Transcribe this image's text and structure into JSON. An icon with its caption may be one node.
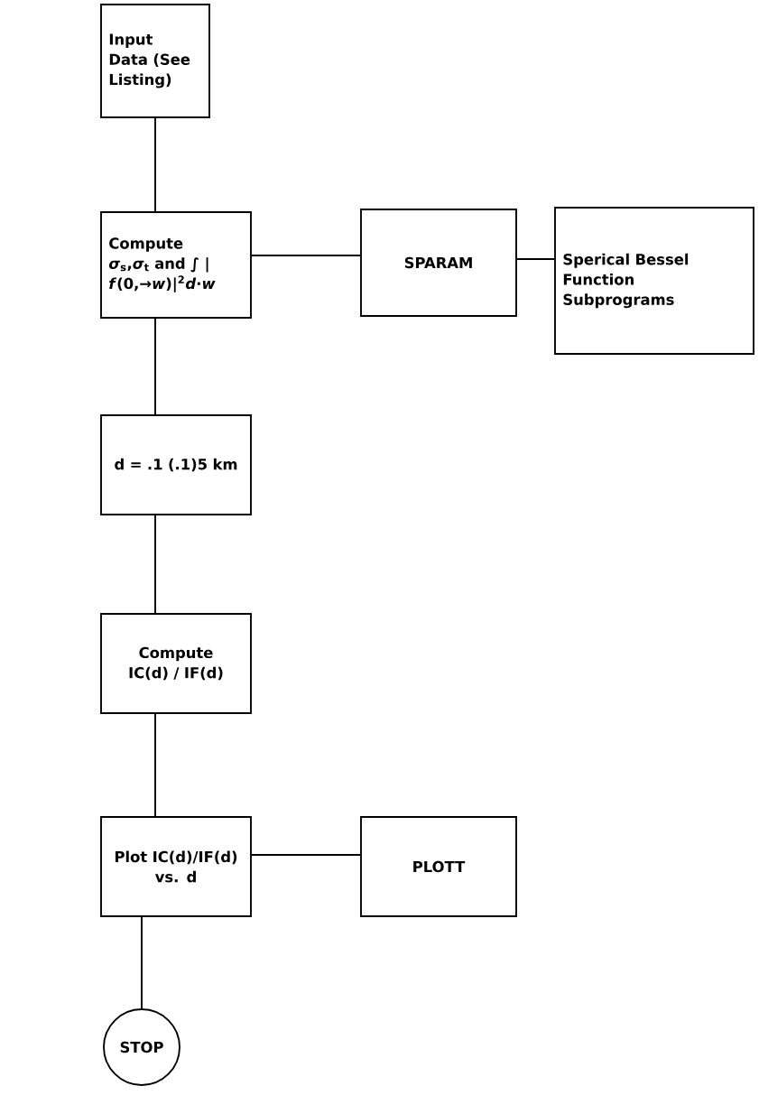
{
  "diagram": {
    "nodes": [
      {
        "text": [
          "Input Data (See Listing)"
        ]
      },
      {
        "text": [
          "Compute *σ*$_{s}$,*σ*$_{t}$ and ∫ | *f*(0,→*w*)|$^{2}$*d*·*w*"
        ]
      },
      {
        "text": [
          "SPARAM"
        ]
      },
      {
        "text": [
          "Sperical Bessel Function Subprograms"
        ]
      },
      {
        "text": [
          "d = .1 (.1)5 km"
        ]
      },
      {
        "text": [
          "Compute IC(d) / IF(d)"
        ]
      },
      {
        "text": [
          "Plot IC(d)/IF(d) vs. d"
        ]
      },
      {
        "text": [
          "PLOTT"
        ]
      },
      {
        "text": [
          "STOP"
        ]
      }
    ],
    "edges": [
      {
        "from": 0,
        "to": 1,
        "arrow": "none"
      },
      {
        "from": 1,
        "to": 2,
        "arrow": "none"
      },
      {
        "from": 2,
        "to": 3,
        "arrow": "none"
      },
      {
        "from": 1,
        "to": 4,
        "arrow": "none"
      },
      {
        "from": 4,
        "to": 5,
        "arrow": "none"
      },
      {
        "from": 5,
        "to": 6,
        "arrow": "none"
      },
      {
        "from": 6,
        "to": 7,
        "arrow": "none"
      },
      {
        "from": 6,
        "to": 8,
        "arrow": "none"
      }
    ]
  }
}
